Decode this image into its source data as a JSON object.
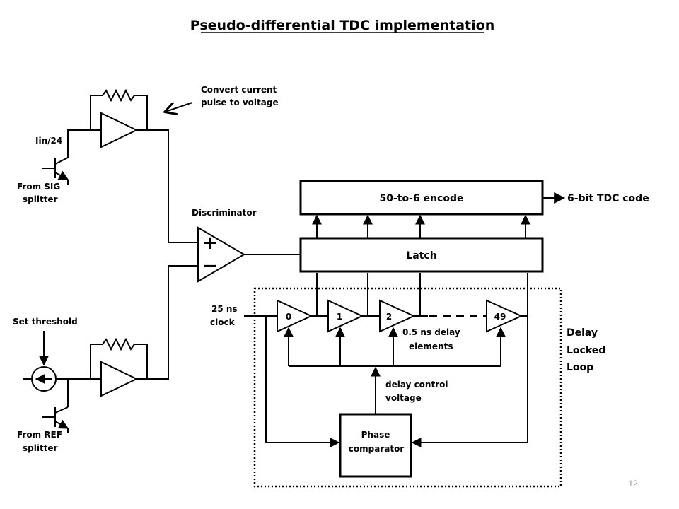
{
  "title": "Pseudo-differential TDC implementation",
  "labels": {
    "convert_line1": "Convert current",
    "convert_line2": "pulse to voltage",
    "iin": "Iin/24",
    "from_sig_line1": "From SIG",
    "from_sig_line2": "splitter",
    "discriminator": "Discriminator",
    "set_threshold": "Set threshold",
    "from_ref_line1": "From REF",
    "from_ref_line2": "splitter",
    "encode": "50-to-6 encode",
    "tdc_code": "6-bit TDC code",
    "latch": "Latch",
    "clock_line1": "25 ns",
    "clock_line2": "clock",
    "delay_elem_line1": "0.5 ns delay",
    "delay_elem_line2": "elements",
    "dll_line1": "Delay",
    "dll_line2": "Locked",
    "dll_line3": "Loop",
    "ctrl_line1": "delay control",
    "ctrl_line2": "voltage",
    "phase_line1": "Phase",
    "phase_line2": "comparator",
    "discr_plus": "+",
    "discr_minus": "−"
  },
  "delay_elements": [
    "0",
    "1",
    "2",
    "49"
  ],
  "page_number": "12"
}
